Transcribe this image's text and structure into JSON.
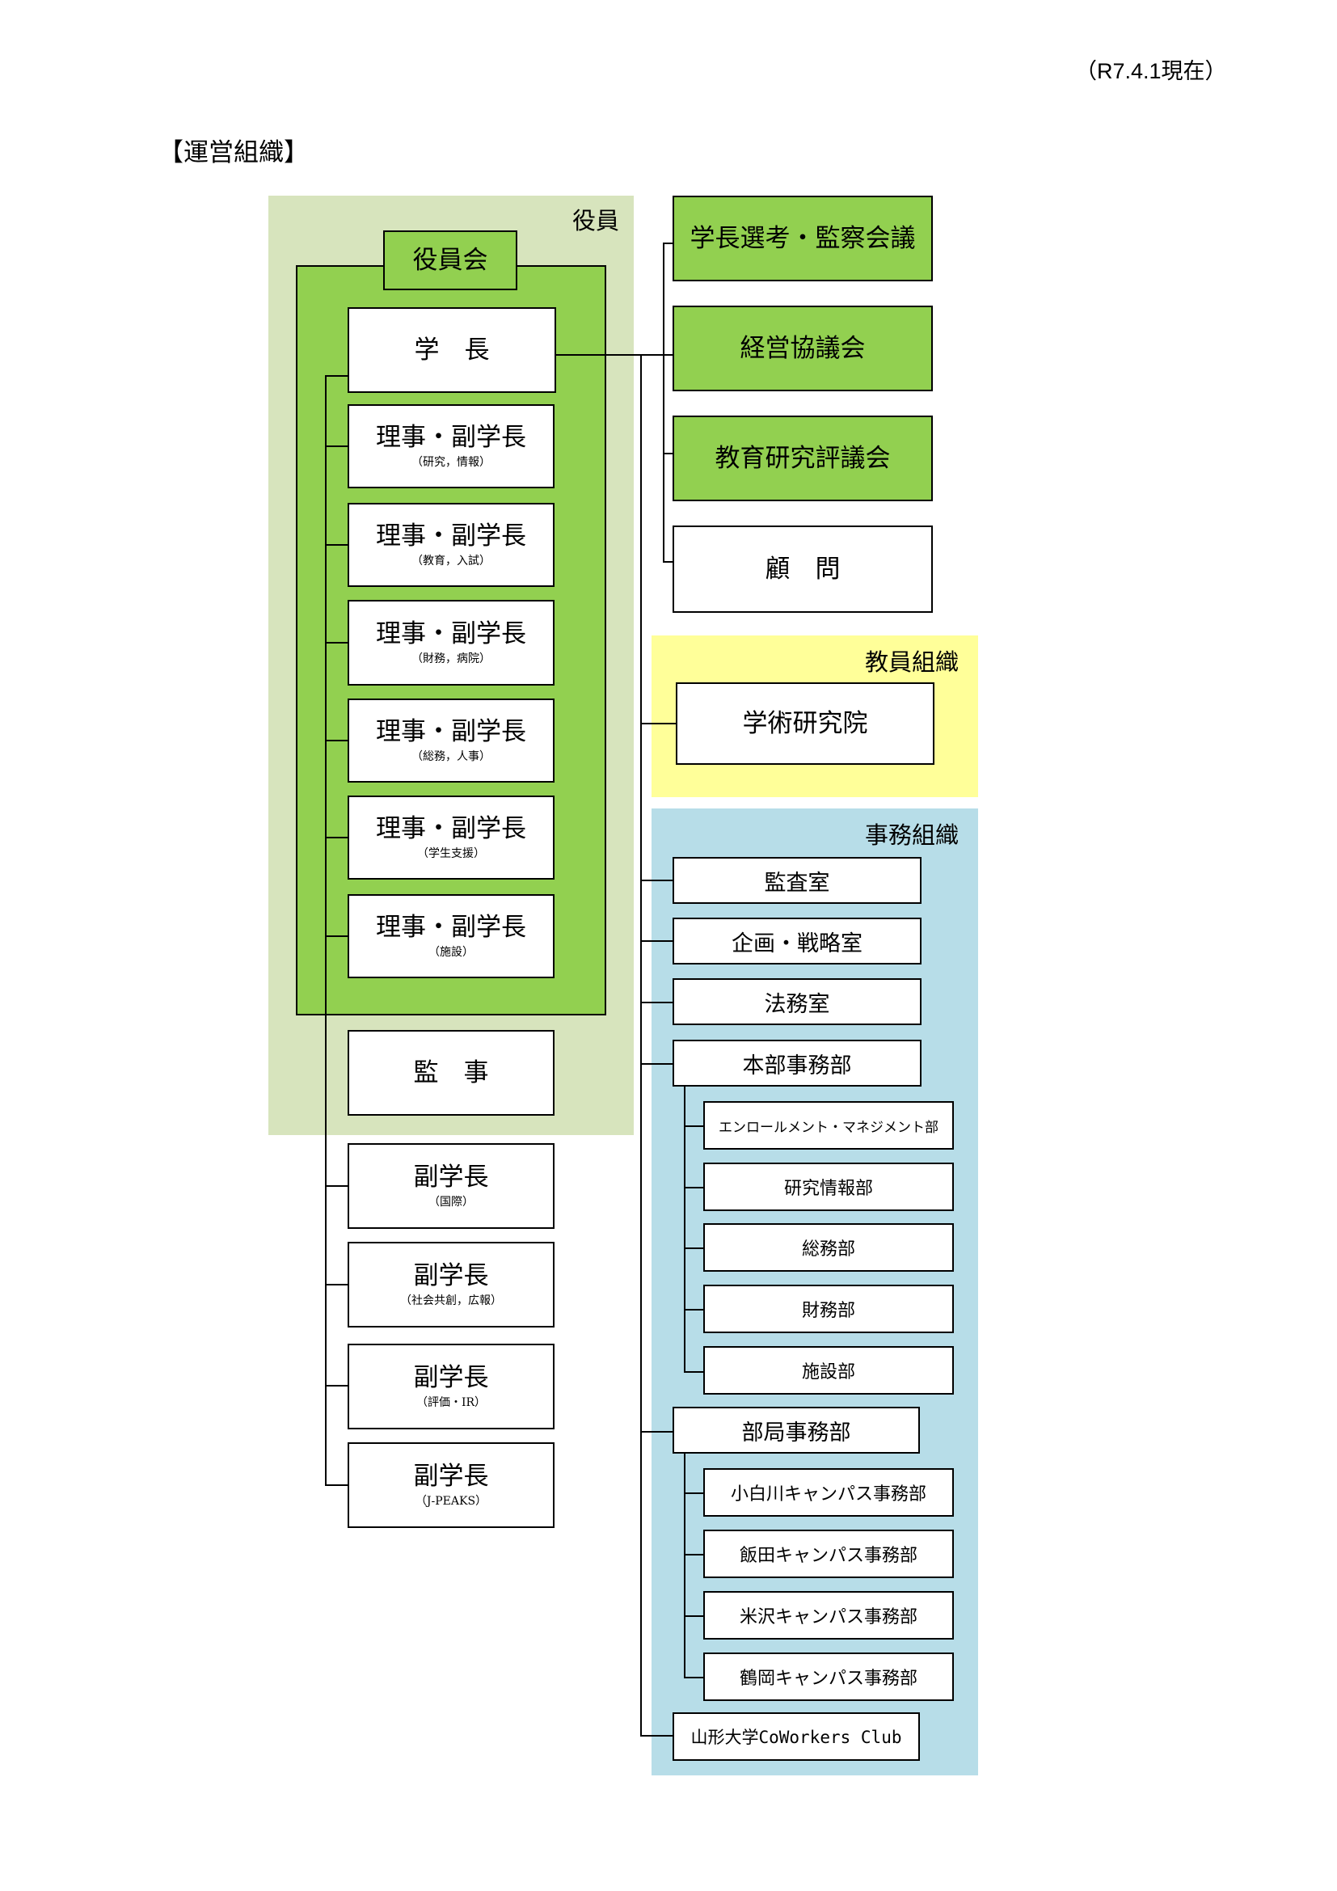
{
  "header": {
    "date": "（R7.4.1現在）",
    "section_title": "【運営組織】"
  },
  "executives": {
    "zone_label": "役員",
    "board": "役員会",
    "president": "学　長",
    "vice_presidents": [
      {
        "title": "理事・副学長",
        "scope": "（研究，情報）"
      },
      {
        "title": "理事・副学長",
        "scope": "（教育，入試）"
      },
      {
        "title": "理事・副学長",
        "scope": "（財務，病院）"
      },
      {
        "title": "理事・副学長",
        "scope": "（総務，人事）"
      },
      {
        "title": "理事・副学長",
        "scope": "（学生支援）"
      },
      {
        "title": "理事・副学長",
        "scope": "（施設）"
      }
    ],
    "auditor": "監　事"
  },
  "deputies": [
    {
      "title": "副学長",
      "scope": "（国際）"
    },
    {
      "title": "副学長",
      "scope": "（社会共創，広報）"
    },
    {
      "title": "副学長",
      "scope": "（評価・IR）"
    },
    {
      "title": "副学長",
      "scope": "（J-PEAKS）"
    }
  ],
  "councils": [
    "学長選考・監察会議",
    "経営協議会",
    "教育研究評議会",
    "顧　問"
  ],
  "faculty": {
    "zone_label": "教員組織",
    "items": [
      "学術研究院"
    ]
  },
  "admin": {
    "zone_label": "事務組織",
    "offices": [
      "監査室",
      "企画・戦略室",
      "法務室"
    ],
    "head_office": {
      "label": "本部事務部",
      "depts": [
        "エンロールメント・マネジメント部",
        "研究情報部",
        "総務部",
        "財務部",
        "施設部"
      ]
    },
    "campus_office": {
      "label": "部局事務部",
      "depts": [
        "小白川キャンパス事務部",
        "飯田キャンパス事務部",
        "米沢キャンパス事務部",
        "鶴岡キャンパス事務部"
      ]
    },
    "club": "山形大学CoWorkers Club"
  },
  "colors": {
    "exec_zone": "#d7e4bd",
    "green": "#92d050",
    "faculty_zone": "#ffff99",
    "admin_zone": "#b7dde8"
  }
}
